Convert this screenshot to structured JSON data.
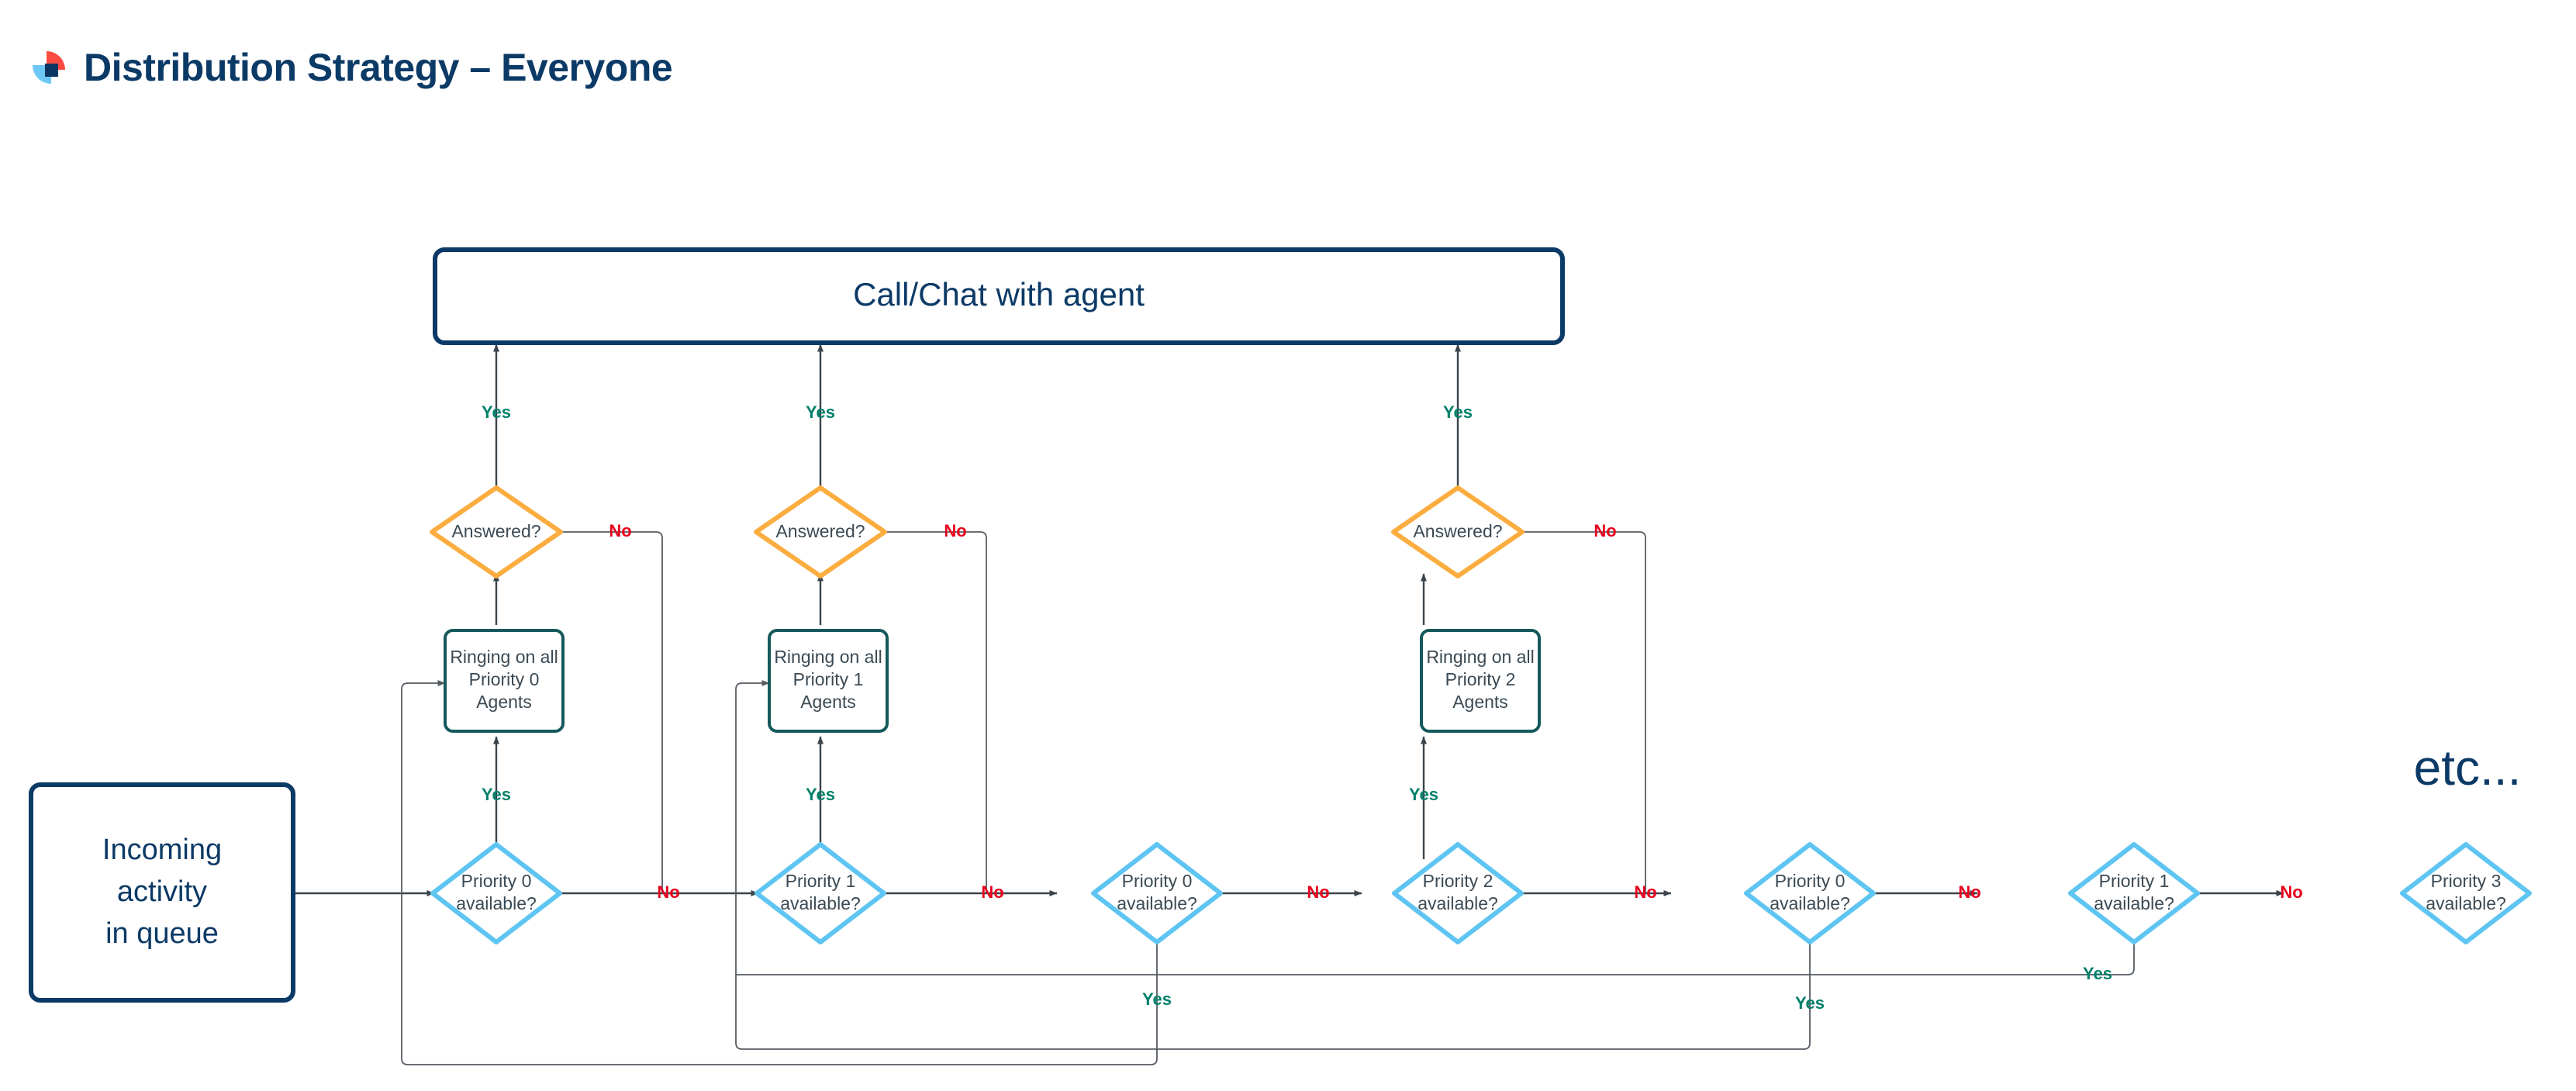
{
  "header": {
    "title": "Distribution Strategy – Everyone",
    "logo_name": "brand-logo",
    "logo_colors": {
      "red": "#FA4B42",
      "light_blue": "#6DC8F5",
      "navy": "#0A3761"
    }
  },
  "colors": {
    "title_navy": "#0C3A66",
    "start_box_border": "#0C3A66",
    "process_box_border": "#15595B",
    "decision_amber": "#FBAD40",
    "decision_blue": "#5EC5F2",
    "yes_green": "#00806A",
    "no_red": "#E8001D",
    "connector": "#3B444B",
    "node_text": "#3B4A54"
  },
  "diagram": {
    "type": "flowchart",
    "start_node": {
      "name": "incoming-activity",
      "lines": [
        "Incoming",
        "activity",
        "in queue"
      ],
      "shape": "rounded-rect",
      "border_color": "#0C3A66"
    },
    "terminal_node": {
      "name": "call-chat-with-agent",
      "label": "Call/Chat with agent",
      "shape": "rounded-rect",
      "border_color": "#0C3A66"
    },
    "etc_label": "etc...",
    "answered_nodes": [
      {
        "name": "answered-1",
        "label": "Answered?",
        "yes_label": "Yes",
        "no_label": "No"
      },
      {
        "name": "answered-2",
        "label": "Answered?",
        "yes_label": "Yes",
        "no_label": "No"
      },
      {
        "name": "answered-3",
        "label": "Answered?",
        "yes_label": "Yes",
        "no_label": "No"
      }
    ],
    "ringing_nodes": [
      {
        "name": "ringing-priority-0",
        "lines": [
          "Ringing on all",
          "Priority 0",
          "Agents"
        ]
      },
      {
        "name": "ringing-priority-1",
        "lines": [
          "Ringing on all",
          "Priority 1",
          "Agents"
        ]
      },
      {
        "name": "ringing-priority-2",
        "lines": [
          "Ringing on all",
          "Priority 2",
          "Agents"
        ]
      }
    ],
    "availability_nodes": [
      {
        "name": "priority-0-available-1",
        "lines": [
          "Priority 0",
          "available?"
        ],
        "no_label": "No",
        "yes_label": "Yes"
      },
      {
        "name": "priority-1-available-1",
        "lines": [
          "Priority 1",
          "available?"
        ],
        "no_label": "No",
        "yes_label": "Yes"
      },
      {
        "name": "priority-0-available-2",
        "lines": [
          "Priority 0",
          "available?"
        ],
        "no_label": "No",
        "yes_label": "Yes"
      },
      {
        "name": "priority-2-available-1",
        "lines": [
          "Priority 2",
          "available?"
        ],
        "no_label": "No",
        "yes_label": "Yes"
      },
      {
        "name": "priority-0-available-3",
        "lines": [
          "Priority 0",
          "available?"
        ],
        "no_label": "No",
        "yes_label": "Yes"
      },
      {
        "name": "priority-1-available-2",
        "lines": [
          "Priority 1",
          "available?"
        ],
        "no_label": "No",
        "yes_label": "Yes"
      },
      {
        "name": "priority-3-available-1",
        "lines": [
          "Priority 3",
          "available?"
        ],
        "no_label": "",
        "yes_label": ""
      }
    ],
    "edge_labels": {
      "yes": "Yes",
      "no": "No"
    }
  }
}
